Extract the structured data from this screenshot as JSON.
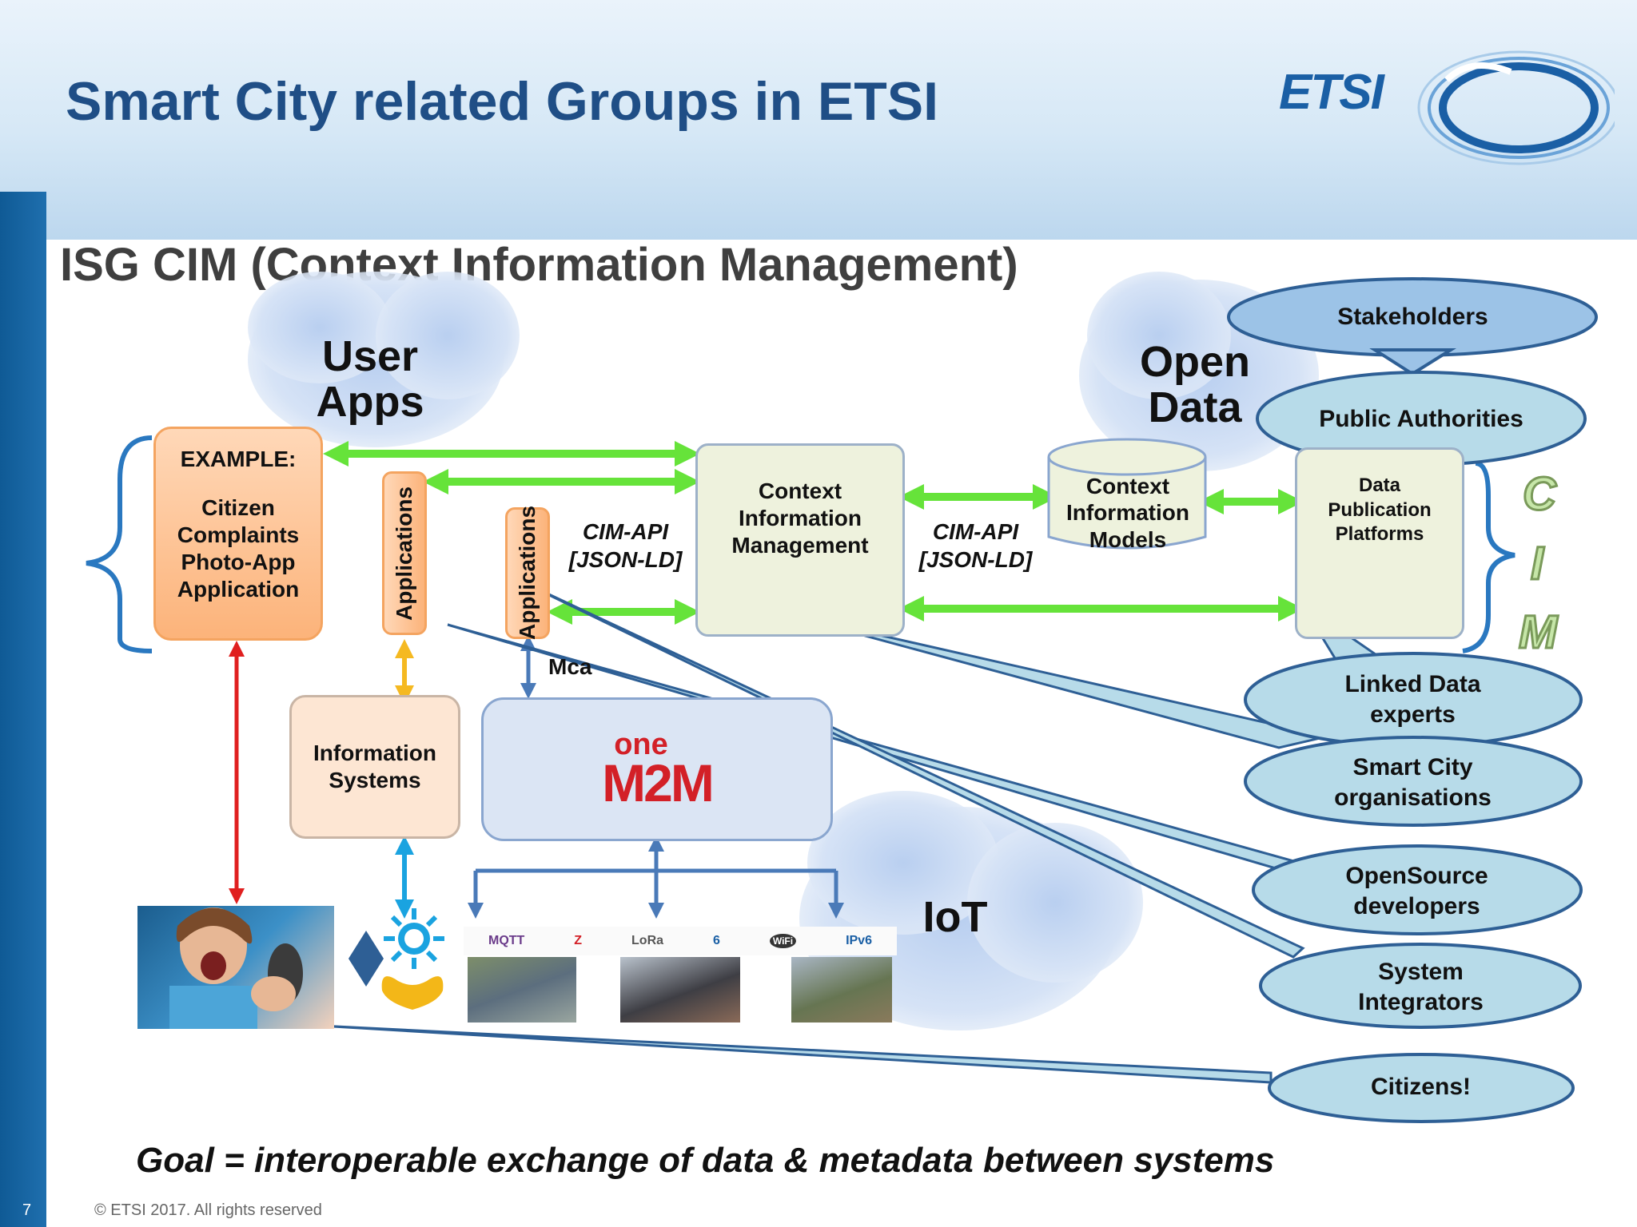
{
  "slide": {
    "title": "Smart City related Groups in ETSI",
    "subtitle": "ISG CIM (Context Information Management)",
    "logo_text": "ETSI",
    "page_number": "7",
    "copyright": "© ETSI 2017. All rights reserved",
    "goal": "Goal = interoperable exchange of data  & metadata between systems"
  },
  "clouds": {
    "user_apps": "User Apps",
    "open_data": "Open Data",
    "iot": "IoT"
  },
  "boxes": {
    "example_heading": "EXAMPLE:",
    "example_body": "Citizen Complaints Photo-App Application",
    "applications_1": "Applications",
    "applications_2": "Applications",
    "context_mgmt": "Context Information Management",
    "context_models": "Context Information Models",
    "data_publication": "Data Publication Platforms",
    "information_systems": "Information Systems",
    "onem2m_top": "one",
    "onem2m_bottom": "M2M",
    "mca": "Mca"
  },
  "api_labels": {
    "left": "CIM-API [JSON-LD]",
    "right": "CIM-API [JSON-LD]"
  },
  "cim_letters": [
    "C",
    "I",
    "M"
  ],
  "iot_protocols": [
    "MQTT",
    "Z",
    "LoRa",
    "6",
    "WiFi",
    "IPv6"
  ],
  "stakeholders": {
    "header": "Stakeholders",
    "items": [
      "Public Authorities",
      "Linked Data experts",
      "Smart City organisations",
      "OpenSource developers",
      "System Integrators",
      "Citizens!"
    ]
  },
  "colors": {
    "title_blue": "#1f4e86",
    "green_arrow": "#66e33a",
    "red_arrow": "#e01f1f",
    "orange_arrow": "#f5b921",
    "cyan_arrow": "#1aa3e0",
    "bubble_fill": "#b7dbe9",
    "bubble_stroke": "#2e5f95"
  }
}
